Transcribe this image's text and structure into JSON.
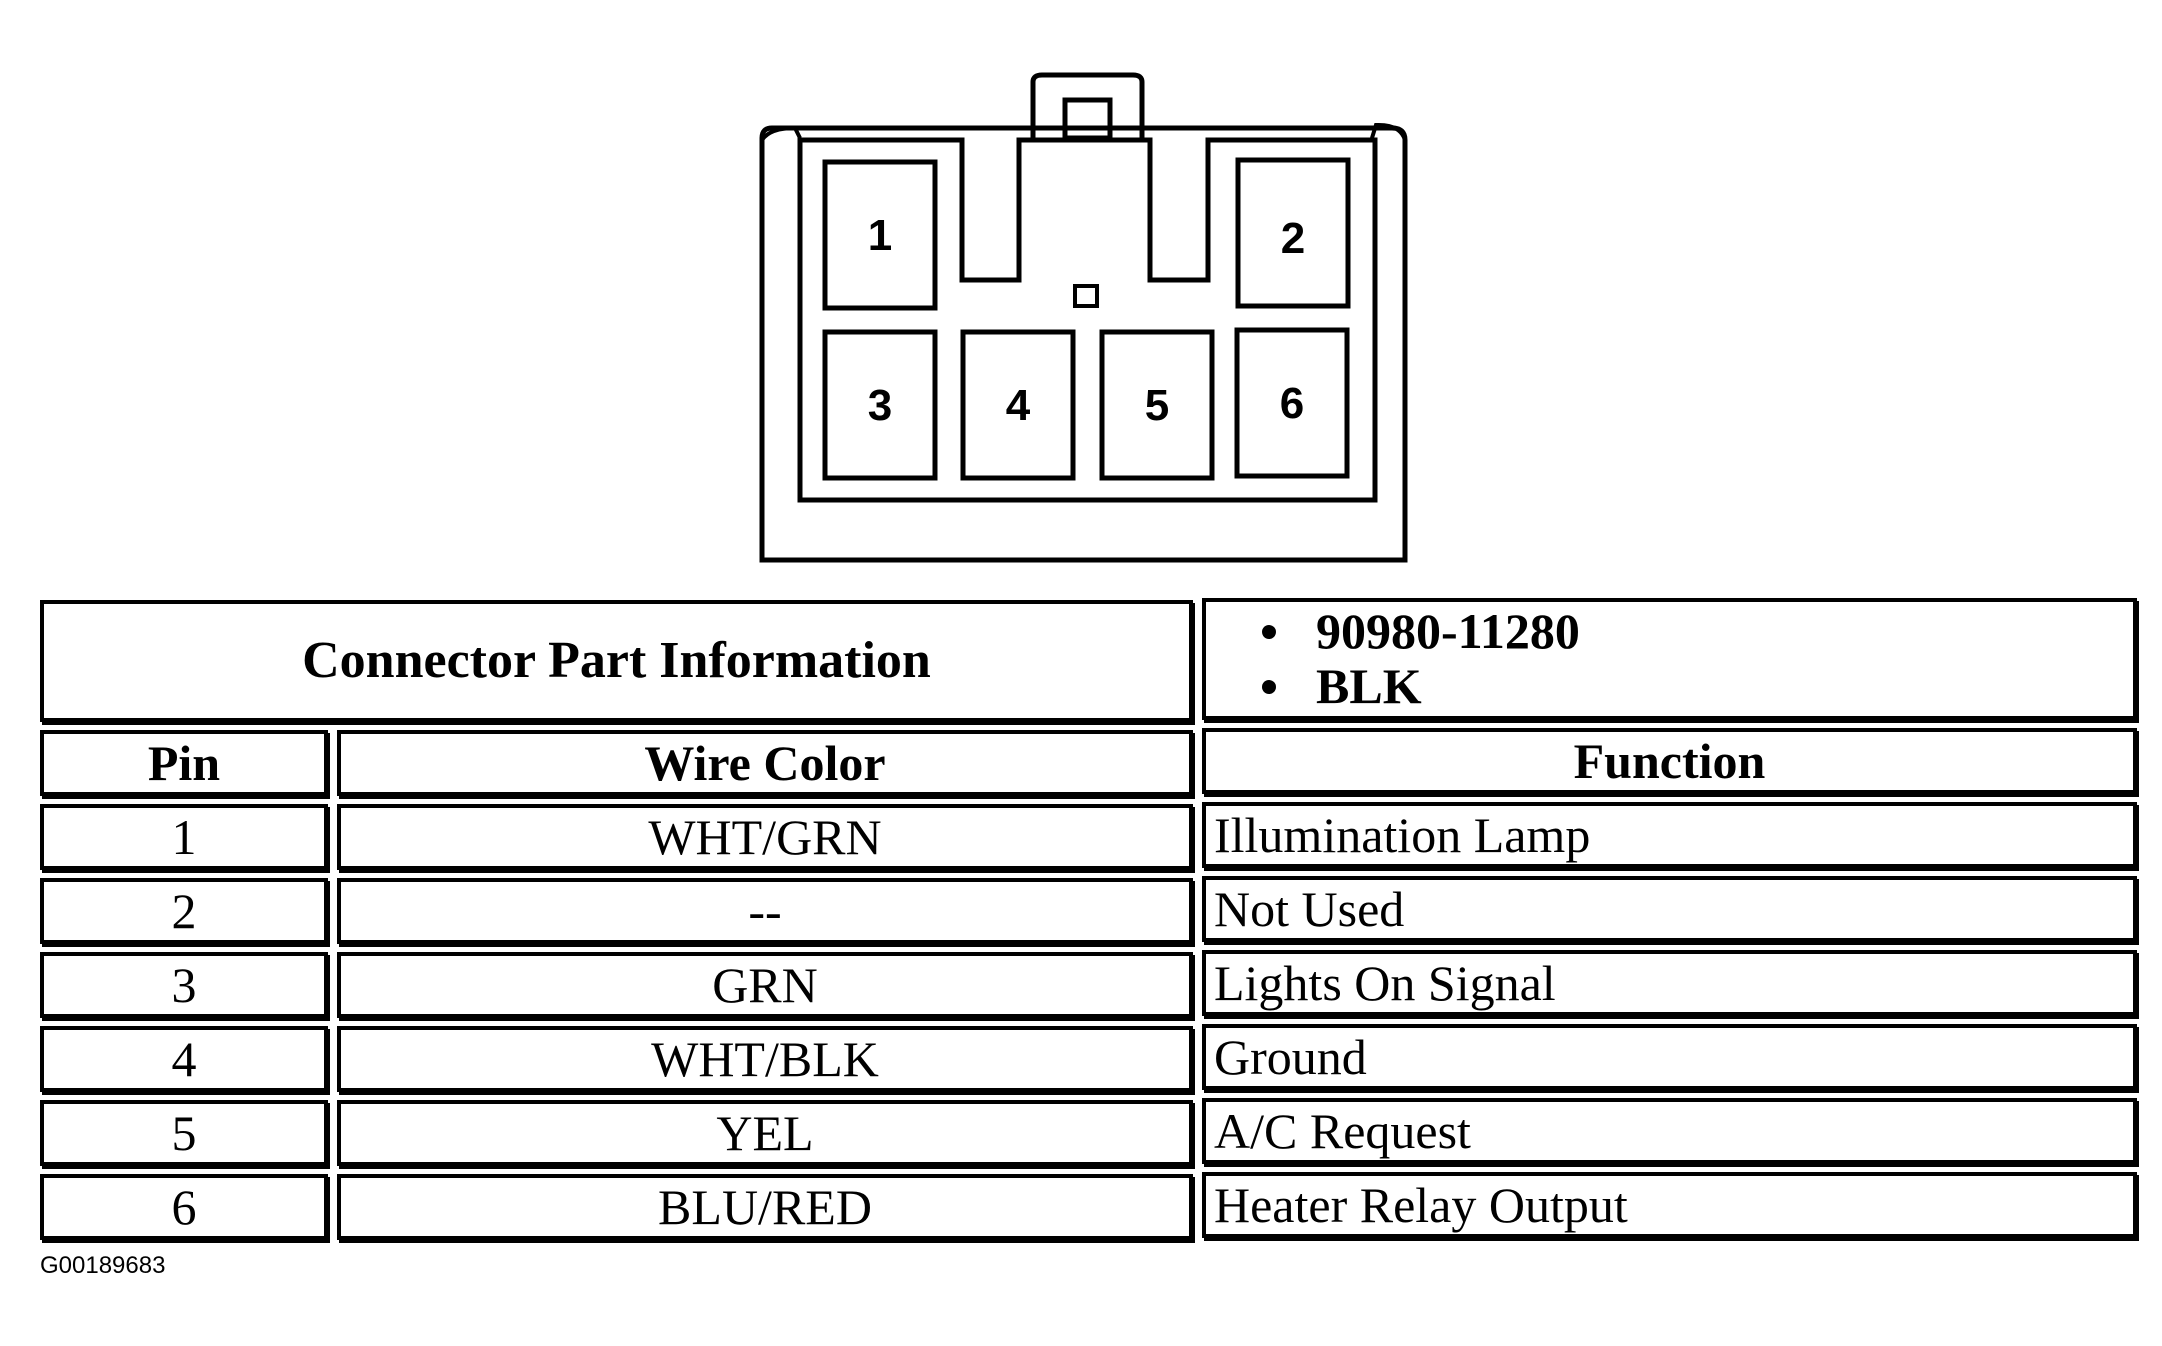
{
  "connector": {
    "pins": [
      "1",
      "2",
      "3",
      "4",
      "5",
      "6"
    ]
  },
  "table": {
    "part_info_label": "Connector Part Information",
    "part_info_values": [
      "90980-11280",
      "BLK"
    ],
    "headers": {
      "pin": "Pin",
      "wire_color": "Wire Color",
      "function": "Function"
    },
    "rows": [
      {
        "pin": "1",
        "wire_color": "WHT/GRN",
        "function": "Illumination Lamp"
      },
      {
        "pin": "2",
        "wire_color": "--",
        "function": "Not Used"
      },
      {
        "pin": "3",
        "wire_color": "GRN",
        "function": "Lights On Signal"
      },
      {
        "pin": "4",
        "wire_color": "WHT/BLK",
        "function": "Ground"
      },
      {
        "pin": "5",
        "wire_color": "YEL",
        "function": "A/C Request"
      },
      {
        "pin": "6",
        "wire_color": "BLU/RED",
        "function": "Heater Relay Output"
      }
    ]
  },
  "figure_id": "G00189683"
}
